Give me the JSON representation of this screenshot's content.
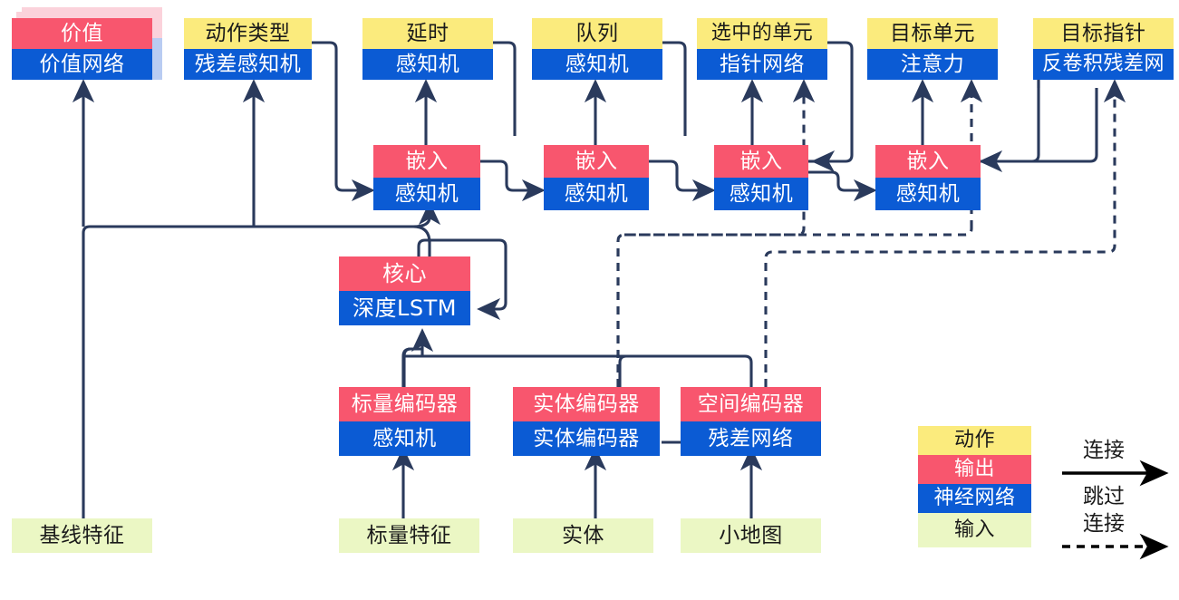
{
  "diagram": {
    "title": "AlphaStar-style agent architecture (Chinese labels)",
    "palette": {
      "action": "#FBEB7D",
      "output": "#F8566E",
      "network": "#0B5BD4",
      "input": "#EBF7C4",
      "wire": "#2A3A5C",
      "legend_arrow": "#000000",
      "shadow_pink": "#FBD2DB",
      "shadow_blue": "#B9CCF2"
    },
    "heads": [
      {
        "id": "value",
        "top_label": "价值",
        "bottom_label": "价值网络",
        "top_kind": "output",
        "bottom_kind": "network",
        "stacked": true
      },
      {
        "id": "action-type",
        "top_label": "动作类型",
        "bottom_label": "残差感知机",
        "top_kind": "action",
        "bottom_kind": "network",
        "stacked": false
      },
      {
        "id": "delay",
        "top_label": "延时",
        "bottom_label": "感知机",
        "top_kind": "action",
        "bottom_kind": "network",
        "stacked": false
      },
      {
        "id": "queue",
        "top_label": "队列",
        "bottom_label": "感知机",
        "top_kind": "action",
        "bottom_kind": "network",
        "stacked": false
      },
      {
        "id": "selected-units",
        "top_label": "选中的单元",
        "bottom_label": "指针网络",
        "top_kind": "action",
        "bottom_kind": "network",
        "stacked": false
      },
      {
        "id": "target-unit",
        "top_label": "目标单元",
        "bottom_label": "注意力",
        "top_kind": "action",
        "bottom_kind": "network",
        "stacked": false
      },
      {
        "id": "target-point",
        "top_label": "目标指针",
        "bottom_label": "反卷积残差网",
        "top_kind": "action",
        "bottom_kind": "network",
        "stacked": false
      }
    ],
    "embeddings": [
      {
        "id": "embed-1",
        "top_label": "嵌入",
        "bottom_label": "感知机"
      },
      {
        "id": "embed-2",
        "top_label": "嵌入",
        "bottom_label": "感知机"
      },
      {
        "id": "embed-3",
        "top_label": "嵌入",
        "bottom_label": "感知机"
      },
      {
        "id": "embed-4",
        "top_label": "嵌入",
        "bottom_label": "感知机"
      }
    ],
    "core": {
      "id": "core",
      "top_label": "核心",
      "bottom_label": "深度LSTM"
    },
    "encoders": [
      {
        "id": "scalar-encoder",
        "top_label": "标量编码器",
        "bottom_label": "感知机"
      },
      {
        "id": "entity-encoder",
        "top_label": "实体编码器",
        "bottom_label": "实体编码器"
      },
      {
        "id": "spatial-encoder",
        "top_label": "空间编码器",
        "bottom_label": "残差网络"
      }
    ],
    "inputs": [
      {
        "id": "baseline-features",
        "label": "基线特征"
      },
      {
        "id": "scalar-features",
        "label": "标量特征"
      },
      {
        "id": "entities",
        "label": "实体"
      },
      {
        "id": "minimap",
        "label": "小地图"
      }
    ],
    "legend": {
      "swatches": [
        {
          "id": "legend-action",
          "label": "动作",
          "kind": "action"
        },
        {
          "id": "legend-output",
          "label": "输出",
          "kind": "output"
        },
        {
          "id": "legend-network",
          "label": "神经网络",
          "kind": "network"
        },
        {
          "id": "legend-input",
          "label": "输入",
          "kind": "input"
        }
      ],
      "connection_label": "连接",
      "skip_label_line1": "跳过",
      "skip_label_line2": "连接"
    }
  }
}
